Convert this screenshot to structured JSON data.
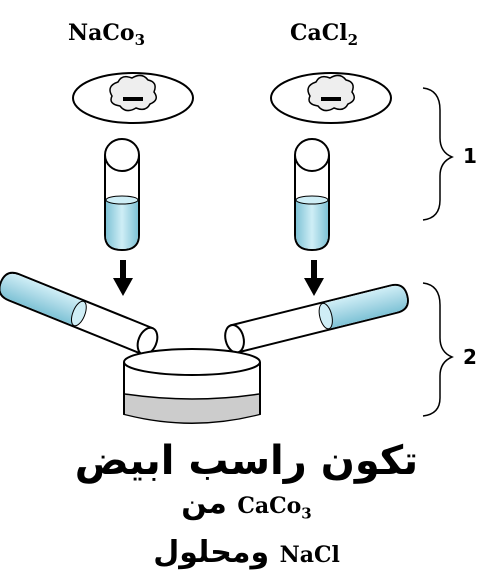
{
  "reagents": {
    "left": {
      "base": "NaCo",
      "sub": "3"
    },
    "right": {
      "base": "CaCl",
      "sub": "2"
    }
  },
  "steps": {
    "step1": "1",
    "step2": "2"
  },
  "caption": {
    "line1": "تكون راسب ابيض",
    "line2_ar": "من",
    "line2_formula_base": "CaCo",
    "line2_formula_sub": "3",
    "line3_ar": "ومحلول",
    "line3_formula": "NaCl"
  },
  "colors": {
    "solution": "#a9d8e6",
    "solution_dark": "#7fc3d6",
    "precipitate": "#cccccc",
    "outline": "#000000"
  },
  "icons": [
    "watch-glass-icon",
    "solid-sample-icon",
    "test-tube-icon",
    "down-arrow-icon",
    "curly-brace-icon",
    "beaker-icon"
  ]
}
